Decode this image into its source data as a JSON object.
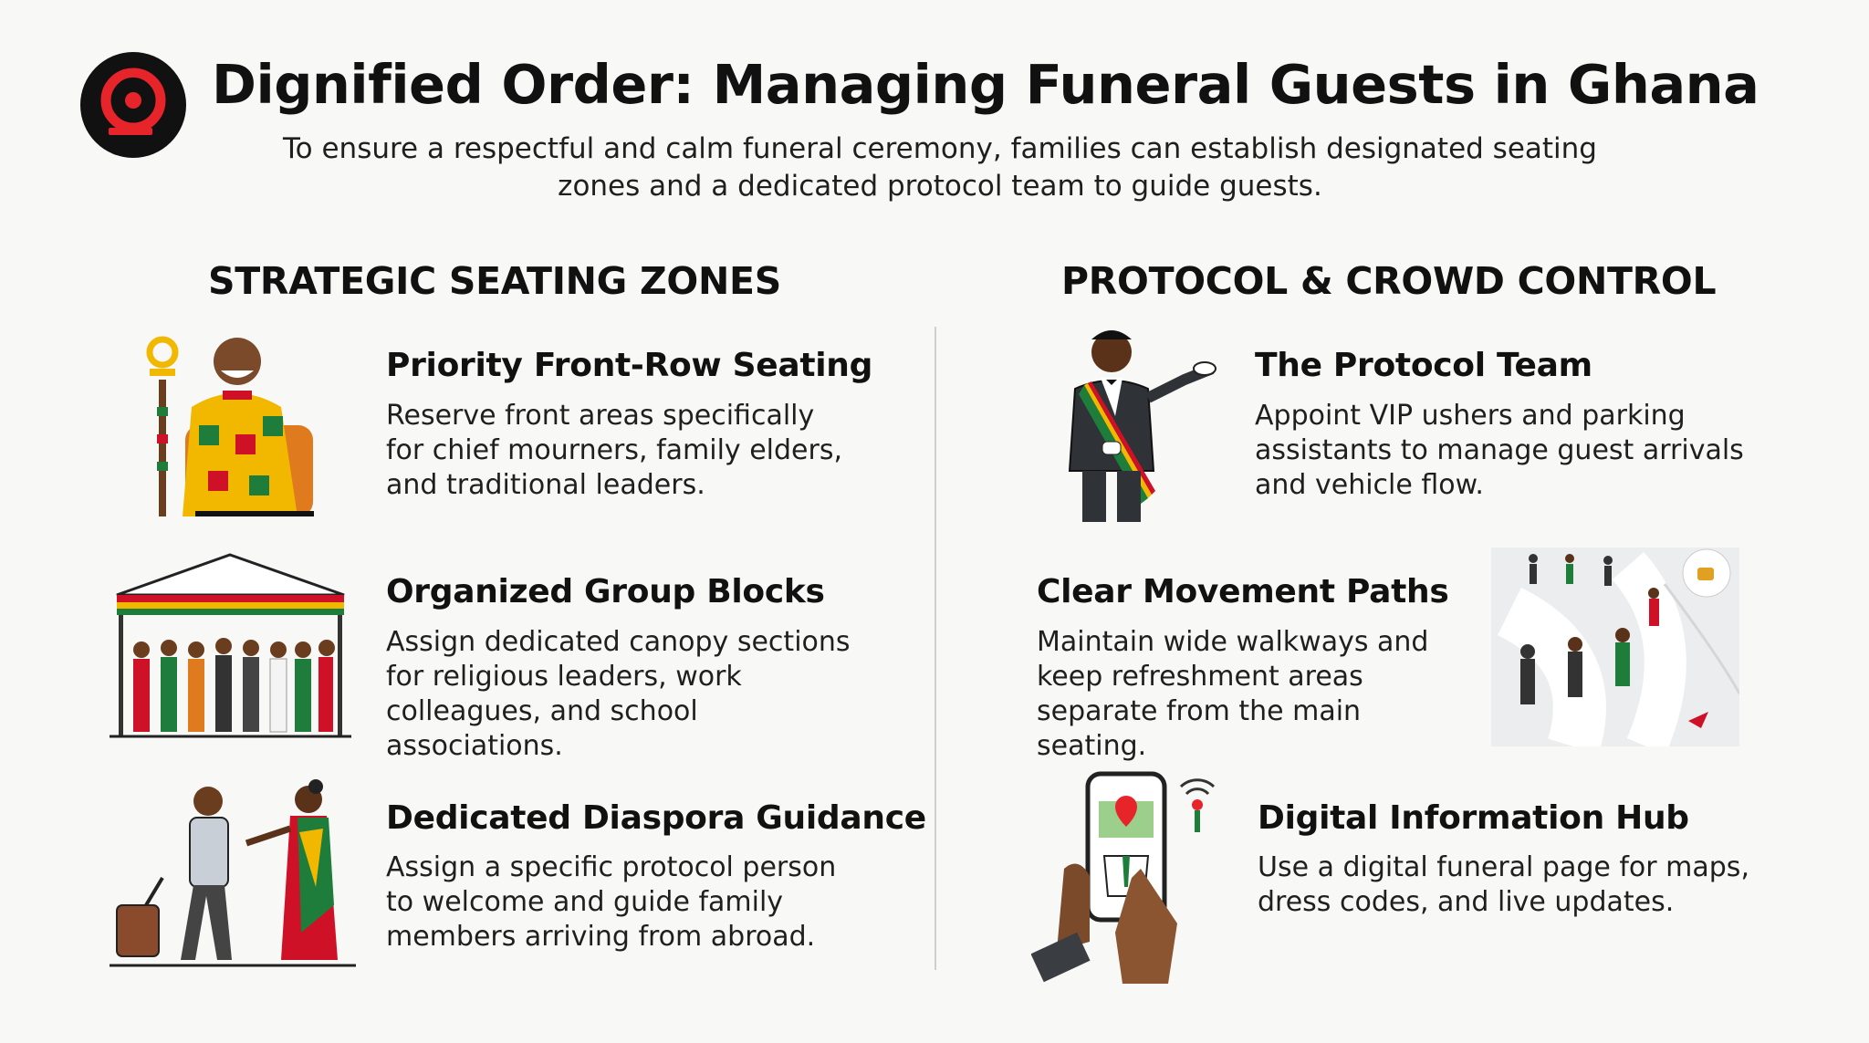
{
  "header": {
    "title": "Dignified Order: Managing Funeral Guests in Ghana",
    "subtitle": "To ensure a respectful and calm funeral ceremony, families can establish designated seating zones and a dedicated protocol team to guide guests."
  },
  "colors": {
    "ghana_red": "#ce1126",
    "ghana_gold": "#f2b800",
    "ghana_green": "#1e7d3a",
    "ink": "#111111",
    "divider": "#cfcfcf"
  },
  "left": {
    "heading": "STRATEGIC SEATING ZONES",
    "items": [
      {
        "title": "Priority Front-Row Seating",
        "text": "Reserve front areas specifically for chief mourners, family elders, and traditional leaders.",
        "icon": "seated-chief-icon"
      },
      {
        "title": "Organized Group Blocks",
        "text": "Assign dedicated canopy sections for religious leaders, work colleagues, and school associations.",
        "icon": "canopy-group-icon"
      },
      {
        "title": "Dedicated Diaspora Guidance",
        "text": "Assign a specific protocol person to welcome and guide family members arriving from abroad.",
        "icon": "diaspora-welcome-icon"
      }
    ]
  },
  "right": {
    "heading": "PROTOCOL & CROWD CONTROL",
    "items": [
      {
        "title": "The Protocol Team",
        "text": "Appoint VIP ushers and parking assistants to manage guest arrivals and vehicle flow.",
        "icon": "usher-icon"
      },
      {
        "title": "Clear Movement Paths",
        "text": "Maintain wide walkways and keep refreshment areas separate from the main seating.",
        "icon": "walkway-map-icon"
      },
      {
        "title": "Digital Information Hub",
        "text": "Use a digital funeral page for maps, dress codes, and live updates.",
        "icon": "smartphone-map-icon"
      }
    ]
  }
}
